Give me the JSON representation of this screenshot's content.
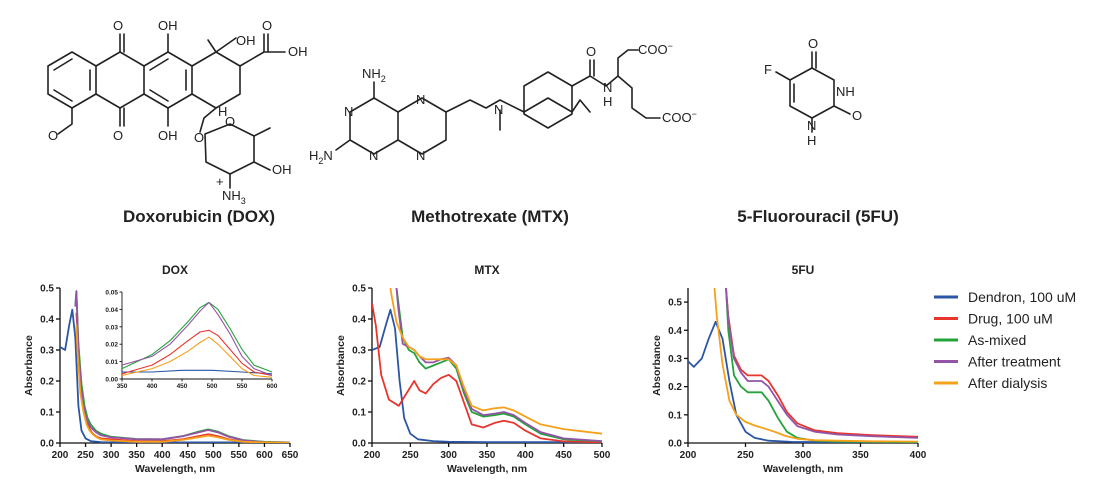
{
  "structures": [
    {
      "name": "Doxorubicin (DOX)"
    },
    {
      "name": "Methotrexate (MTX)"
    },
    {
      "name": "5-Fluorouracil (5FU)"
    }
  ],
  "atoms": {
    "dox": {
      "o1": "O",
      "oh1": "OH",
      "o2": "O",
      "oh2": "OH",
      "oh3": "OH",
      "ome": "O",
      "o3": "O",
      "oh4": "OH",
      "h": "H",
      "o4": "O",
      "o5": "O",
      "oh5": "OH",
      "nh3": "NH",
      "nh3_sub": "3",
      "nh3_sup": "+"
    },
    "mtx": {
      "nh2a": "NH",
      "nh2a_sub": "2",
      "n1": "N",
      "n2": "N",
      "n3": "N",
      "n4": "N",
      "h2n": "H",
      "h2n_sub": "2",
      "h2n_n": "N",
      "n5": "N",
      "o": "O",
      "nh": "N",
      "nh_h": "H",
      "coo1": "COO",
      "coo1_sup": "−",
      "coo2": "COO",
      "coo2_sup": "−"
    },
    "fu": {
      "f": "F",
      "o1": "O",
      "nh": "NH",
      "o2": "O",
      "n": "N",
      "h": "H"
    }
  },
  "series_colors": {
    "Dendron, 100 uM": "#2a56a5",
    "Drug, 100 uM": "#e8352e",
    "As-mixed": "#23a33a",
    "After treatment": "#9454a6",
    "After dialysis": "#f6a01b"
  },
  "legend": [
    "Dendron, 100 uM",
    "Drug, 100 uM",
    "As-mixed",
    "After treatment",
    "After dialysis"
  ],
  "chart_data": [
    {
      "type": "line",
      "title": "DOX",
      "xlabel": "Wavelength, nm",
      "ylabel": "Absorbance",
      "xlim": [
        200,
        650
      ],
      "ylim": [
        0,
        0.5
      ],
      "xticks": [
        200,
        250,
        300,
        350,
        400,
        450,
        500,
        550,
        600,
        650
      ],
      "yticks": [
        0.0,
        0.1,
        0.2,
        0.3,
        0.4,
        0.5
      ],
      "yticklabels": [
        "0.0",
        "0.1",
        "0.2",
        "0.3",
        "0.4",
        "0.5"
      ],
      "series": [
        {
          "name": "Dendron, 100 uM",
          "x": [
            200,
            210,
            218,
            224,
            230,
            236,
            242,
            250,
            260,
            280,
            300,
            350,
            400,
            500,
            650
          ],
          "y": [
            0.31,
            0.3,
            0.38,
            0.43,
            0.34,
            0.12,
            0.04,
            0.015,
            0.006,
            0.003,
            0.002,
            0.002,
            0.002,
            0.002,
            0.002
          ]
        },
        {
          "name": "Drug, 100 uM",
          "x": [
            232,
            234,
            240,
            246,
            252,
            258,
            264,
            272,
            280,
            300,
            350,
            400,
            440,
            470,
            490,
            510,
            530,
            560,
            600,
            650
          ],
          "y": [
            0.42,
            0.37,
            0.2,
            0.12,
            0.07,
            0.045,
            0.03,
            0.02,
            0.015,
            0.012,
            0.006,
            0.006,
            0.012,
            0.022,
            0.028,
            0.022,
            0.012,
            0.004,
            0.002,
            0.001
          ]
        },
        {
          "name": "As-mixed",
          "x": [
            230,
            232,
            236,
            242,
            248,
            254,
            260,
            270,
            280,
            300,
            350,
            400,
            440,
            470,
            490,
            510,
            530,
            560,
            600,
            650
          ],
          "y": [
            0.44,
            0.49,
            0.32,
            0.19,
            0.12,
            0.08,
            0.06,
            0.04,
            0.03,
            0.02,
            0.013,
            0.012,
            0.022,
            0.036,
            0.044,
            0.036,
            0.022,
            0.009,
            0.004,
            0.002
          ]
        },
        {
          "name": "After treatment",
          "x": [
            230,
            232,
            236,
            242,
            248,
            254,
            260,
            270,
            280,
            300,
            350,
            400,
            440,
            470,
            490,
            510,
            530,
            560,
            600,
            650
          ],
          "y": [
            0.44,
            0.49,
            0.3,
            0.17,
            0.1,
            0.07,
            0.05,
            0.035,
            0.025,
            0.018,
            0.012,
            0.012,
            0.022,
            0.034,
            0.042,
            0.034,
            0.02,
            0.008,
            0.003,
            0.002
          ]
        },
        {
          "name": "After dialysis",
          "x": [
            232,
            234,
            240,
            246,
            252,
            258,
            264,
            272,
            280,
            300,
            350,
            400,
            440,
            470,
            490,
            510,
            530,
            560,
            600,
            650
          ],
          "y": [
            0.38,
            0.3,
            0.16,
            0.1,
            0.06,
            0.04,
            0.028,
            0.018,
            0.012,
            0.008,
            0.004,
            0.004,
            0.01,
            0.018,
            0.024,
            0.018,
            0.01,
            0.004,
            0.002,
            0.001
          ]
        }
      ],
      "inset": {
        "xlim": [
          350,
          600
        ],
        "ylim": [
          0,
          0.05
        ],
        "xticks": [
          350,
          400,
          450,
          500,
          550,
          600
        ],
        "yticks": [
          0.0,
          0.01,
          0.02,
          0.03,
          0.04,
          0.05
        ],
        "yticklabels": [
          "0.00",
          "0.01",
          "0.02",
          "0.03",
          "0.04",
          "0.05"
        ],
        "series": [
          {
            "name": "Dendron, 100 uM",
            "x": [
              350,
              400,
              450,
              500,
              550,
              600
            ],
            "y": [
              0.004,
              0.004,
              0.005,
              0.005,
              0.004,
              0.003
            ]
          },
          {
            "name": "Drug, 100 uM",
            "x": [
              350,
              400,
              430,
              460,
              480,
              495,
              510,
              530,
              550,
              570,
              600
            ],
            "y": [
              0.003,
              0.008,
              0.014,
              0.022,
              0.027,
              0.028,
              0.025,
              0.017,
              0.009,
              0.004,
              0.002
            ]
          },
          {
            "name": "As-mixed",
            "x": [
              350,
              400,
              430,
              460,
              480,
              495,
              510,
              530,
              550,
              570,
              600
            ],
            "y": [
              0.006,
              0.014,
              0.022,
              0.033,
              0.041,
              0.044,
              0.04,
              0.029,
              0.017,
              0.008,
              0.004
            ]
          },
          {
            "name": "After treatment",
            "x": [
              350,
              400,
              430,
              460,
              480,
              495,
              510,
              530,
              550,
              570,
              600
            ],
            "y": [
              0.008,
              0.013,
              0.02,
              0.031,
              0.039,
              0.044,
              0.037,
              0.026,
              0.013,
              0.006,
              0.002
            ]
          },
          {
            "name": "After dialysis",
            "x": [
              350,
              400,
              430,
              460,
              480,
              495,
              510,
              530,
              550,
              570,
              600
            ],
            "y": [
              0.002,
              0.006,
              0.01,
              0.016,
              0.021,
              0.024,
              0.02,
              0.013,
              0.006,
              0.002,
              0.001
            ]
          }
        ]
      }
    },
    {
      "type": "line",
      "title": "MTX",
      "xlabel": "Wavelength, nm",
      "ylabel": "Absorbance",
      "xlim": [
        200,
        500
      ],
      "ylim": [
        0,
        0.5
      ],
      "xticks": [
        200,
        250,
        300,
        350,
        400,
        450,
        500
      ],
      "yticks": [
        0.0,
        0.1,
        0.2,
        0.3,
        0.4,
        0.5
      ],
      "yticklabels": [
        "0.0",
        "0.1",
        "0.2",
        "0.3",
        "0.4",
        "0.5"
      ],
      "series": [
        {
          "name": "Dendron, 100 uM",
          "x": [
            200,
            210,
            218,
            224,
            230,
            236,
            242,
            250,
            260,
            280,
            300,
            350,
            400,
            500
          ],
          "y": [
            0.3,
            0.31,
            0.38,
            0.43,
            0.37,
            0.2,
            0.08,
            0.03,
            0.012,
            0.006,
            0.004,
            0.003,
            0.003,
            0.003
          ]
        },
        {
          "name": "Drug, 100 uM",
          "x": [
            200,
            205,
            212,
            222,
            235,
            245,
            255,
            262,
            270,
            280,
            290,
            300,
            310,
            320,
            330,
            345,
            360,
            372,
            385,
            400,
            420,
            450,
            500
          ],
          "y": [
            0.45,
            0.38,
            0.22,
            0.14,
            0.12,
            0.16,
            0.2,
            0.17,
            0.16,
            0.19,
            0.21,
            0.22,
            0.2,
            0.13,
            0.06,
            0.05,
            0.065,
            0.072,
            0.065,
            0.04,
            0.015,
            0.005,
            0.002
          ]
        },
        {
          "name": "As-mixed",
          "x": [
            232,
            234,
            240,
            248,
            255,
            262,
            270,
            280,
            290,
            300,
            310,
            320,
            330,
            345,
            360,
            372,
            385,
            400,
            420,
            450,
            500
          ],
          "y": [
            0.5,
            0.46,
            0.34,
            0.3,
            0.29,
            0.26,
            0.24,
            0.25,
            0.26,
            0.27,
            0.24,
            0.16,
            0.1,
            0.085,
            0.09,
            0.095,
            0.085,
            0.06,
            0.03,
            0.012,
            0.005
          ]
        },
        {
          "name": "After treatment",
          "x": [
            232,
            234,
            240,
            248,
            255,
            262,
            270,
            280,
            290,
            300,
            310,
            320,
            330,
            345,
            360,
            372,
            385,
            400,
            420,
            450,
            500
          ],
          "y": [
            0.5,
            0.44,
            0.32,
            0.31,
            0.3,
            0.28,
            0.26,
            0.26,
            0.27,
            0.275,
            0.25,
            0.17,
            0.11,
            0.09,
            0.095,
            0.1,
            0.09,
            0.065,
            0.035,
            0.015,
            0.006
          ]
        },
        {
          "name": "After dialysis",
          "x": [
            224,
            226,
            232,
            240,
            248,
            255,
            262,
            270,
            280,
            290,
            300,
            310,
            320,
            330,
            345,
            360,
            372,
            385,
            400,
            420,
            450,
            500
          ],
          "y": [
            0.5,
            0.47,
            0.39,
            0.34,
            0.31,
            0.3,
            0.28,
            0.27,
            0.27,
            0.27,
            0.27,
            0.25,
            0.18,
            0.12,
            0.105,
            0.112,
            0.115,
            0.105,
            0.085,
            0.06,
            0.045,
            0.03
          ]
        }
      ]
    },
    {
      "type": "line",
      "title": "5FU",
      "xlabel": "Wavelength, nm",
      "ylabel": "Absorbance",
      "xlim": [
        200,
        400
      ],
      "ylim": [
        0,
        0.55
      ],
      "xticks": [
        200,
        250,
        300,
        350,
        400
      ],
      "yticks": [
        0.0,
        0.1,
        0.2,
        0.3,
        0.4,
        0.5
      ],
      "yticklabels": [
        "0.0",
        "0.1",
        "0.2",
        "0.3",
        "0.4",
        "0.5"
      ],
      "series": [
        {
          "name": "Dendron, 100 uM",
          "x": [
            200,
            205,
            212,
            218,
            224,
            230,
            236,
            242,
            250,
            258,
            270,
            290,
            320,
            400
          ],
          "y": [
            0.29,
            0.27,
            0.3,
            0.37,
            0.43,
            0.37,
            0.22,
            0.1,
            0.04,
            0.018,
            0.008,
            0.004,
            0.003,
            0.003
          ]
        },
        {
          "name": "Drug, 100 uM",
          "x": [
            233,
            235,
            240,
            246,
            252,
            258,
            264,
            270,
            278,
            286,
            295,
            310,
            330,
            360,
            400
          ],
          "y": [
            0.55,
            0.45,
            0.31,
            0.26,
            0.24,
            0.24,
            0.24,
            0.22,
            0.17,
            0.11,
            0.07,
            0.045,
            0.035,
            0.028,
            0.022
          ]
        },
        {
          "name": "As-mixed",
          "x": [
            233,
            235,
            240,
            246,
            252,
            258,
            264,
            270,
            278,
            286,
            295,
            310,
            330,
            400
          ],
          "y": [
            0.55,
            0.4,
            0.24,
            0.2,
            0.18,
            0.18,
            0.18,
            0.15,
            0.09,
            0.04,
            0.018,
            0.008,
            0.005,
            0.003
          ]
        },
        {
          "name": "After treatment",
          "x": [
            233,
            235,
            240,
            246,
            252,
            258,
            264,
            270,
            278,
            286,
            295,
            310,
            330,
            360,
            400
          ],
          "y": [
            0.55,
            0.44,
            0.3,
            0.25,
            0.22,
            0.22,
            0.22,
            0.2,
            0.15,
            0.1,
            0.06,
            0.04,
            0.03,
            0.024,
            0.018
          ]
        },
        {
          "name": "After dialysis",
          "x": [
            223,
            225,
            230,
            236,
            242,
            250,
            258,
            266,
            275,
            285,
            295,
            310,
            330,
            360,
            400
          ],
          "y": [
            0.55,
            0.45,
            0.28,
            0.15,
            0.1,
            0.075,
            0.062,
            0.052,
            0.04,
            0.025,
            0.015,
            0.01,
            0.008,
            0.006,
            0.005
          ]
        }
      ]
    }
  ]
}
